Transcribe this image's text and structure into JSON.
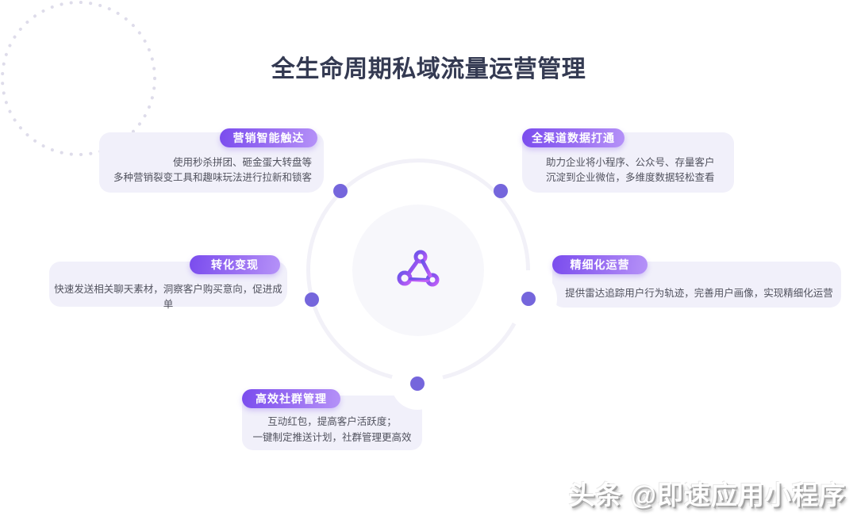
{
  "title": "全生命周期私域流量运营管理",
  "watermark": {
    "text": "头条 @即速应用小程序"
  },
  "center": {
    "logo_icon": "triangle-network-logo"
  },
  "cards": [
    {
      "badge": "营销智能触达",
      "lines": [
        "使用秒杀拼团、砸金蛋大转盘等",
        "多种营销裂变工具和趣味玩法进行拉新和锁客"
      ]
    },
    {
      "badge": "全渠道数据打通",
      "lines": [
        "助力企业将小程序、公众号、存量客户",
        "沉淀到企业微信，多维度数据轻松查看"
      ]
    },
    {
      "badge": "转化变现",
      "lines": [
        "快速发送相关聊天素材，洞察客户购买意向，促进成单"
      ]
    },
    {
      "badge": "精细化运营",
      "lines": [
        "提供雷达追踪用户行为轨迹，完善用户画像，实现精细化运营"
      ]
    },
    {
      "badge": "高效社群管理",
      "lines": [
        "互动红包，提高客户活跃度；",
        "一键制定推送计划，社群管理更高效"
      ]
    }
  ],
  "colors": {
    "badge_gradient_start": "#7a4cee",
    "badge_gradient_end": "#b592f8",
    "card_background": "#f1f0fa",
    "body_text": "#51525e",
    "title_text": "#343a52",
    "connector_dot": "#7566dc",
    "logo_gradient_start": "#6c55ea",
    "logo_gradient_end": "#c261f8"
  }
}
